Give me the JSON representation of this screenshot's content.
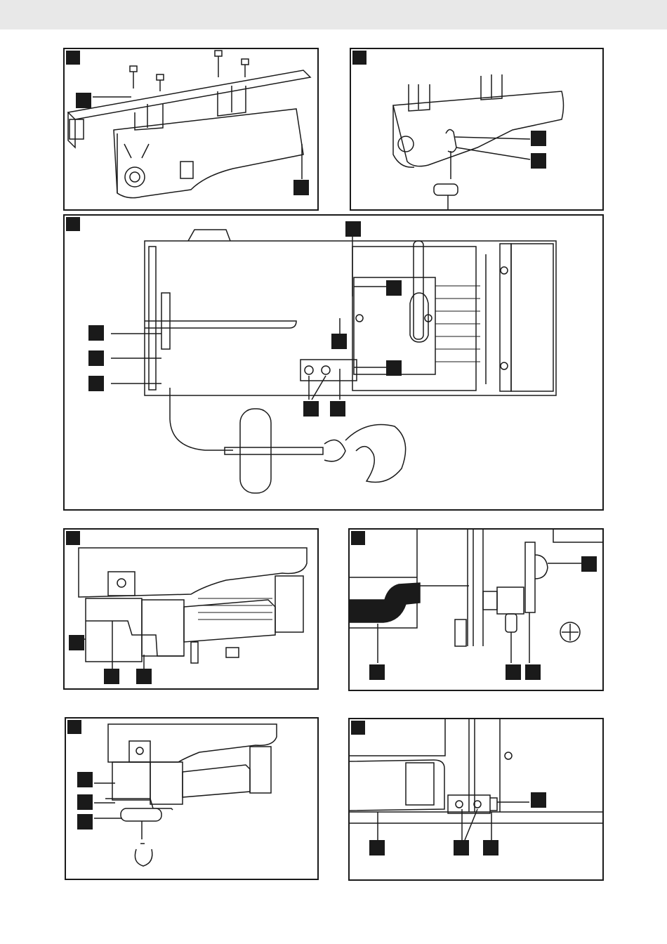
{
  "figures": [
    {
      "id": "fig-a",
      "subject": "mounting-brackets-with-bolts"
    },
    {
      "id": "fig-b",
      "subject": "hook-attached-to-beam"
    },
    {
      "id": "fig-c",
      "subject": "hoist-overview-with-hook-and-cable"
    },
    {
      "id": "fig-d",
      "subject": "side-view-hoist-components"
    },
    {
      "id": "fig-e",
      "subject": "limit-switch-detail"
    },
    {
      "id": "fig-f",
      "subject": "hoist-with-hook-hanging"
    },
    {
      "id": "fig-g",
      "subject": "switch-mechanism-detail"
    }
  ],
  "colors": {
    "ink": "#1a1a1a",
    "paper": "#ffffff",
    "band": "#e8e8e8"
  }
}
